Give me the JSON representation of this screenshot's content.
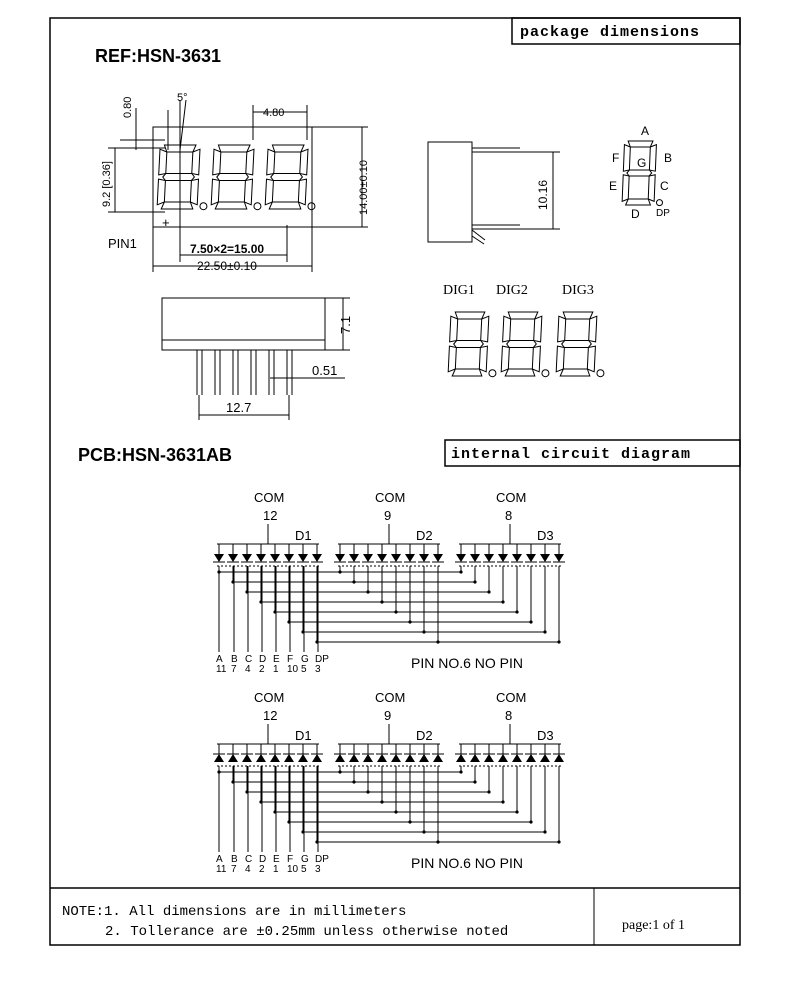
{
  "header": {
    "title_box": "package dimensions",
    "ref": "REF:HSN-3631"
  },
  "front_view": {
    "dim_080": "0.80",
    "dim_5deg": "5°",
    "dim_480": "4.80",
    "dim_92": "9.2 [0.36]",
    "dim_1400": "14.00±0.10",
    "dim_750": "7.50×2=15.00",
    "dim_2250": "22.50±0.10",
    "pin1": "PIN1",
    "plus": "+"
  },
  "side_view": {
    "dim_1016": "10.16"
  },
  "seg_legend": {
    "a": "A",
    "b": "B",
    "c": "C",
    "d": "D",
    "e": "E",
    "f": "F",
    "g": "G",
    "dp": "DP"
  },
  "bottom_view": {
    "dim_71": "7.1",
    "dim_051": "0.51",
    "dim_127": "12.7"
  },
  "digit_labels": [
    "DIG1",
    "DIG2",
    "DIG3"
  ],
  "pcb": {
    "title": "PCB:HSN-3631AB",
    "diagram_box": "internal circuit diagram"
  },
  "circuit": {
    "com_label": "COM",
    "groups": [
      {
        "pin": "12",
        "digit": "D1"
      },
      {
        "pin": "9",
        "digit": "D2"
      },
      {
        "pin": "8",
        "digit": "D3"
      }
    ],
    "seg_letters": [
      "A",
      "B",
      "C",
      "D",
      "E",
      "F",
      "G",
      "DP"
    ],
    "seg_pins": [
      "11",
      "7",
      "4",
      "2",
      "1",
      "10",
      "5",
      "3"
    ],
    "no_pin": "PIN NO.6 NO PIN"
  },
  "footer": {
    "note1": "NOTE:1. All dimensions are in millimeters",
    "note2": "2. Tollerance are ±0.25mm unless  otherwise noted",
    "page": "page:1 of 1"
  }
}
